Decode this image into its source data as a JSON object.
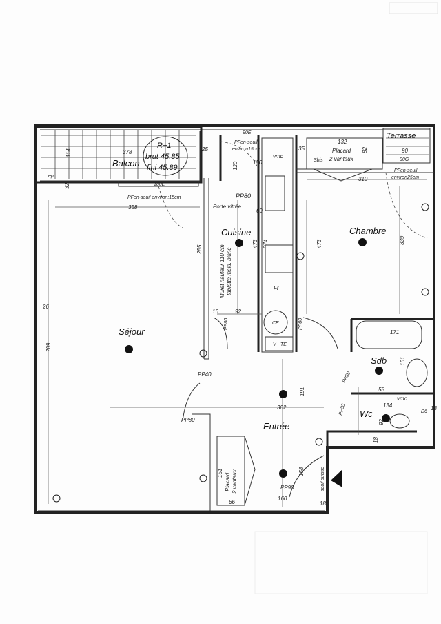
{
  "rooms": {
    "balcon": "Balcon",
    "sejour": "Séjour",
    "cuisine": "Cuisine",
    "chambre": "Chambre",
    "entree": "Entrée",
    "sdb": "Sdb",
    "wc": "Wc",
    "terrasse": "Terrasse"
  },
  "level": {
    "name": "R+1",
    "brut": "brut 45.85",
    "fini": "fini 45.89"
  },
  "notes": {
    "ep": "ep",
    "window_180e": "180E",
    "window_90e": "90E",
    "window_90g": "90G",
    "pfen_sejour": "PFen-seuil environ:15cm",
    "pfen_cuisine_1": "PFen-seuil",
    "pfen_cuisine_2": "environ15cm",
    "pfen_chambre_1": "PFen-seuil",
    "pfen_chambre_2": "environ25cm",
    "pp80_cuisine": "PP80",
    "porte_vitree": "Porte vitrée",
    "muret_1": "Muret hauteur 110 cm",
    "muret_2": "tablette méla. blanc",
    "placard_chambre_1": "Placard",
    "placard_chambre_2": "2 vantaux",
    "placard_entree_1": "Placard",
    "placard_entree_2": "2 vantaux",
    "vmc_cuisine": "vmc",
    "vmc_wc": "vmc",
    "fr": "Fr",
    "ce": "CE",
    "v": "V",
    "te": "TE",
    "pp80_a": "PP80",
    "pp80_b": "PP80",
    "pp80_sejour": "PP80",
    "pp80_sdb": "PP80",
    "pp80_wc": "PP80",
    "pp40": "PP40",
    "pp90": "PP90",
    "seuil_suisse": "seuil suisse",
    "d6": "D6",
    "sbis": "Sbis"
  },
  "dimensions": {
    "balcon_w": "378",
    "balcon_h": "114",
    "balcon_step": "25",
    "d32": "32",
    "sejour_w": "358",
    "d69": "69",
    "muret_l": "255",
    "d26": "26",
    "sejour_h": "709",
    "d16": "16",
    "d92": "92",
    "cuisine_h": "473",
    "cuisine_in": "374",
    "chambre_h": "473",
    "chambre_w": "310",
    "placard_w": "132",
    "d35": "35",
    "terrasse_w": "90",
    "chambre_r": "339",
    "bath": "171",
    "sdb_h": "161",
    "d58": "58",
    "wc_w": "134",
    "wc_h": "92",
    "d18a": "18",
    "d18b": "18",
    "d18c": "18",
    "entree_w": "302",
    "entree_h": "191",
    "placard_h": "151",
    "placard_d": "66",
    "door_160": "160",
    "entree_h2": "158",
    "d120": "120",
    "d150": "150",
    "d82": "82"
  }
}
